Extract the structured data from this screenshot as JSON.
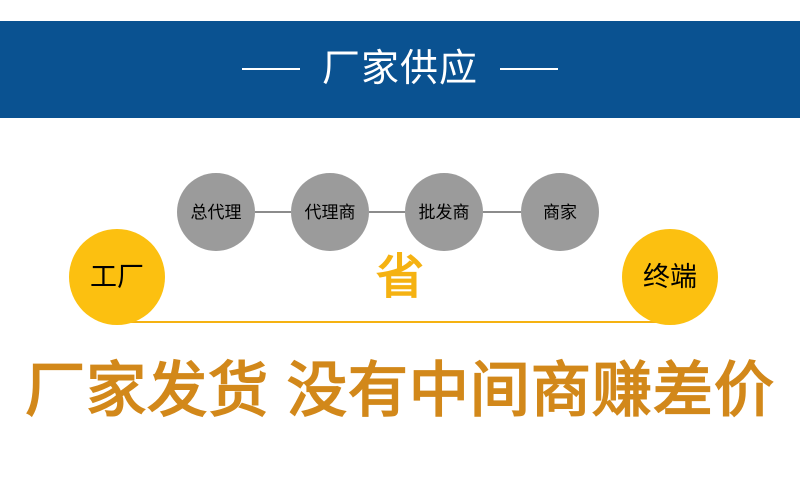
{
  "banner": {
    "title": "厂家供应",
    "rule_left": "",
    "rule_right": "",
    "bg_color": "#0a5291",
    "text_color": "#ffffff"
  },
  "flow": {
    "middle_nodes": [
      {
        "label": "总代理"
      },
      {
        "label": "代理商"
      },
      {
        "label": "批发商"
      },
      {
        "label": "商家"
      }
    ],
    "end_nodes": [
      {
        "label": "工厂"
      },
      {
        "label": "终端"
      }
    ],
    "save_label": "省",
    "node_color_middle": "#9b9b9b",
    "node_color_end": "#fcc010",
    "connector_color_middle": "#8c8c8c",
    "connector_color_bypass": "#f5b212"
  },
  "headline": {
    "text": "厂家发货 没有中间商赚差价",
    "color": "#d2881a"
  }
}
